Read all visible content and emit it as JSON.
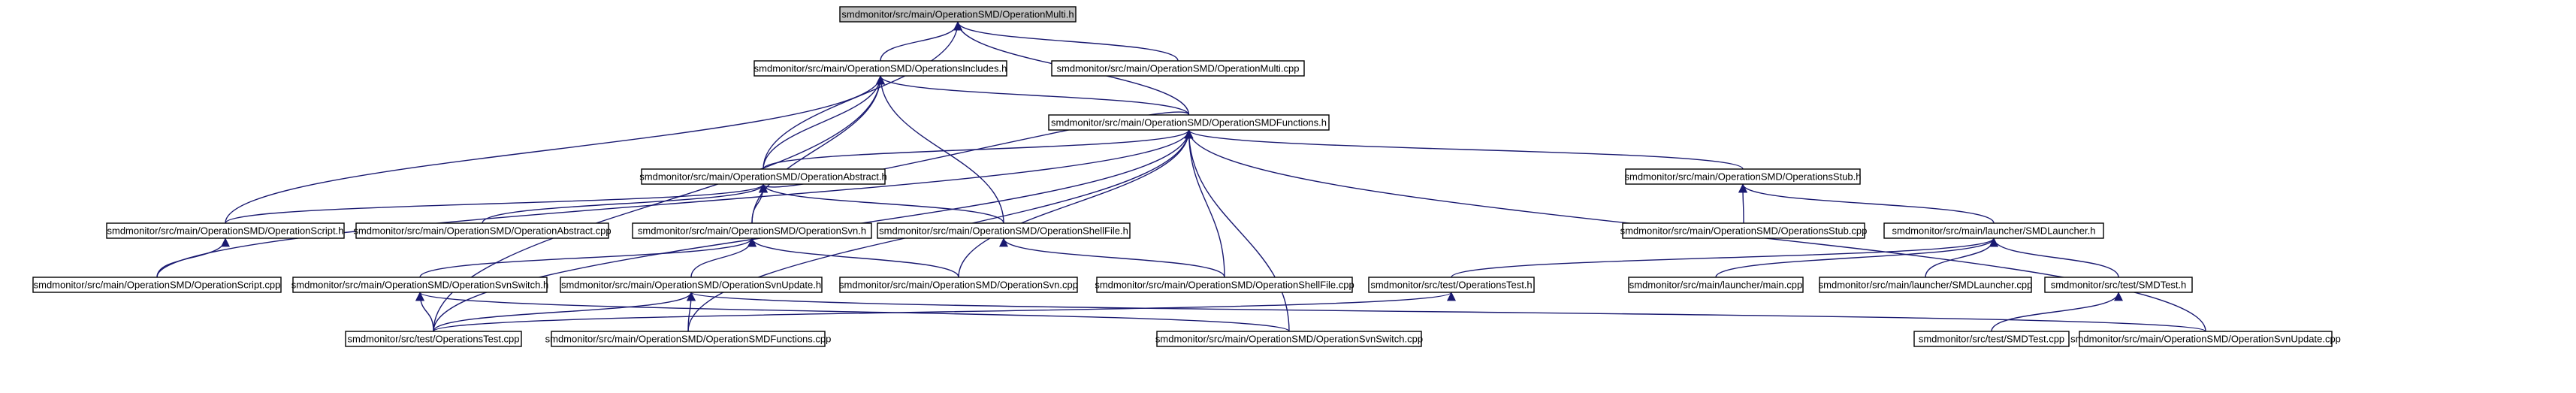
{
  "colors": {
    "edge": "#191970",
    "node_fill": "#ffffff",
    "highlight_fill": "#bfbfbf",
    "border": "#000000"
  },
  "nodes": [
    {
      "id": "n0",
      "label": "smdmonitor/src/main/OperationSMD/OperationMulti.h",
      "highlight": true
    },
    {
      "id": "n1",
      "label": "smdmonitor/src/main/OperationSMD/OperationsIncludes.h"
    },
    {
      "id": "n2",
      "label": "smdmonitor/src/main/OperationSMD/OperationMulti.cpp"
    },
    {
      "id": "n3",
      "label": "smdmonitor/src/main/OperationSMD/OperationSMDFunctions.h"
    },
    {
      "id": "n4",
      "label": "smdmonitor/src/main/OperationSMD/OperationAbstract.h"
    },
    {
      "id": "n5",
      "label": "smdmonitor/src/main/OperationSMD/OperationsStub.h"
    },
    {
      "id": "n6",
      "label": "smdmonitor/src/main/OperationSMD/OperationScript.h"
    },
    {
      "id": "n7",
      "label": "smdmonitor/src/main/OperationSMD/OperationAbstract.cpp"
    },
    {
      "id": "n8",
      "label": "smdmonitor/src/main/OperationSMD/OperationSvn.h"
    },
    {
      "id": "n9",
      "label": "smdmonitor/src/main/OperationSMD/OperationShellFile.h"
    },
    {
      "id": "n10",
      "label": "smdmonitor/src/main/OperationSMD/OperationsStub.cpp"
    },
    {
      "id": "n11",
      "label": "smdmonitor/src/main/launcher/SMDLauncher.h"
    },
    {
      "id": "n12",
      "label": "smdmonitor/src/main/OperationSMD/OperationScript.cpp"
    },
    {
      "id": "n13",
      "label": "smdmonitor/src/main/OperationSMD/OperationSvnSwitch.h"
    },
    {
      "id": "n14",
      "label": "smdmonitor/src/main/OperationSMD/OperationSvnUpdate.h"
    },
    {
      "id": "n15",
      "label": "smdmonitor/src/main/OperationSMD/OperationSvn.cpp"
    },
    {
      "id": "n16",
      "label": "smdmonitor/src/main/OperationSMD/OperationShellFile.cpp"
    },
    {
      "id": "n17",
      "label": "smdmonitor/src/test/OperationsTest.h"
    },
    {
      "id": "n18",
      "label": "smdmonitor/src/main/launcher/main.cpp"
    },
    {
      "id": "n19",
      "label": "smdmonitor/src/main/launcher/SMDLauncher.cpp"
    },
    {
      "id": "n20",
      "label": "smdmonitor/src/test/SMDTest.h"
    },
    {
      "id": "n21",
      "label": "smdmonitor/src/test/OperationsTest.cpp"
    },
    {
      "id": "n22",
      "label": "smdmonitor/src/main/OperationSMD/OperationSMDFunctions.cpp"
    },
    {
      "id": "n23",
      "label": "smdmonitor/src/main/OperationSMD/OperationSvnSwitch.cpp"
    },
    {
      "id": "n24",
      "label": "smdmonitor/src/test/SMDTest.cpp"
    },
    {
      "id": "n25",
      "label": "smdmonitor/src/main/OperationSMD/OperationSvnUpdate.cpp"
    }
  ],
  "edges": [
    [
      "n1",
      "n0"
    ],
    [
      "n2",
      "n0"
    ],
    [
      "n3",
      "n0"
    ],
    [
      "n4",
      "n0"
    ],
    [
      "n3",
      "n1"
    ],
    [
      "n4",
      "n1"
    ],
    [
      "n6",
      "n1"
    ],
    [
      "n8",
      "n1"
    ],
    [
      "n9",
      "n1"
    ],
    [
      "n21",
      "n1"
    ],
    [
      "n4",
      "n3"
    ],
    [
      "n5",
      "n3"
    ],
    [
      "n12",
      "n3"
    ],
    [
      "n15",
      "n3"
    ],
    [
      "n16",
      "n3"
    ],
    [
      "n21",
      "n3"
    ],
    [
      "n22",
      "n3"
    ],
    [
      "n23",
      "n3"
    ],
    [
      "n25",
      "n3"
    ],
    [
      "n3",
      "n4"
    ],
    [
      "n6",
      "n4"
    ],
    [
      "n7",
      "n4"
    ],
    [
      "n8",
      "n4"
    ],
    [
      "n9",
      "n4"
    ],
    [
      "n10",
      "n5"
    ],
    [
      "n11",
      "n5"
    ],
    [
      "n12",
      "n6"
    ],
    [
      "n13",
      "n8"
    ],
    [
      "n14",
      "n8"
    ],
    [
      "n15",
      "n8"
    ],
    [
      "n16",
      "n9"
    ],
    [
      "n17",
      "n11"
    ],
    [
      "n18",
      "n11"
    ],
    [
      "n19",
      "n11"
    ],
    [
      "n20",
      "n11"
    ],
    [
      "n21",
      "n13"
    ],
    [
      "n23",
      "n13"
    ],
    [
      "n21",
      "n14"
    ],
    [
      "n22",
      "n14"
    ],
    [
      "n25",
      "n14"
    ],
    [
      "n21",
      "n17"
    ],
    [
      "n24",
      "n20"
    ]
  ]
}
